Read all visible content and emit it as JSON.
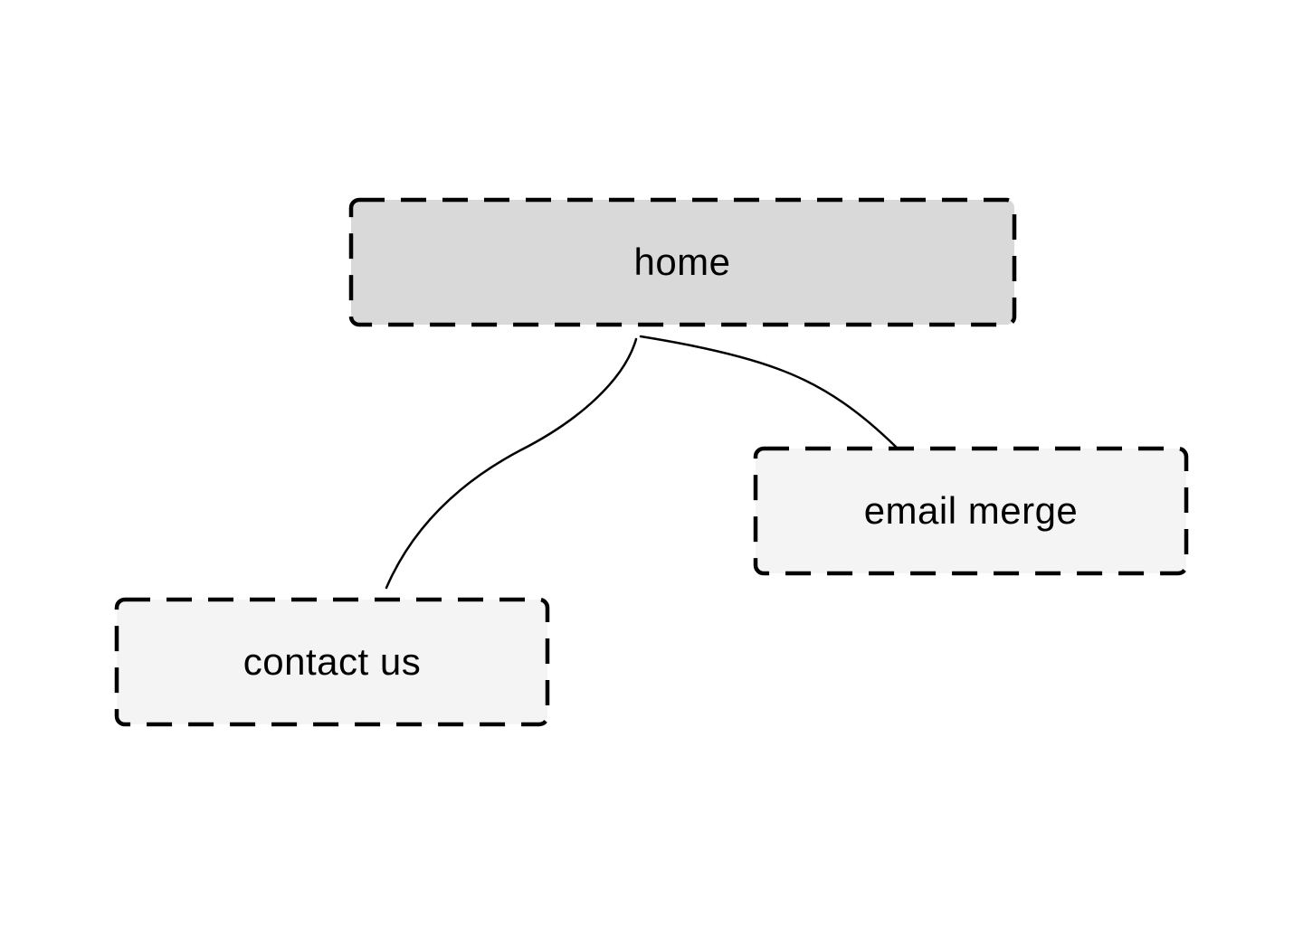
{
  "diagram": {
    "colors": {
      "root_fill": "#d9d9d9",
      "child_fill": "#f4f4f4",
      "stroke": "#000000",
      "background": "#ffffff"
    },
    "nodes": {
      "home": {
        "label": "home"
      },
      "email_merge": {
        "label": "email merge"
      },
      "contact_us": {
        "label": "contact us"
      }
    },
    "edges": [
      {
        "from": "home",
        "to": "contact_us"
      },
      {
        "from": "home",
        "to": "email_merge"
      }
    ]
  }
}
